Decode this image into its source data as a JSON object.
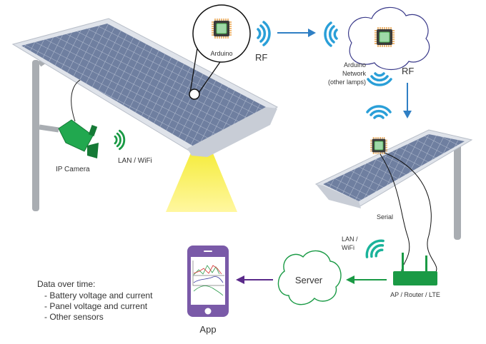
{
  "labels": {
    "arduino": "Arduino",
    "rf_1": "RF",
    "rf_2": "RF",
    "network_line1": "Arduino",
    "network_line2": "Network",
    "network_line3": "(other lamps)",
    "ip_camera": "IP Camera",
    "lan_wifi_camera": "LAN / WiFi",
    "serial": "Serial",
    "lan_wifi_line1": "LAN /",
    "lan_wifi_line2": "WiFi",
    "router": "AP / Router / LTE",
    "server": "Server",
    "app": "App"
  },
  "data_list": {
    "title": "Data over time:",
    "items": [
      "- Battery voltage and current",
      "- Panel voltage and current",
      "- Other sensors"
    ]
  },
  "colors": {
    "rf_blue": "#2a9fd8",
    "arrow_blue": "#2f7fc4",
    "green": "#1a9a45",
    "teal": "#1ab39a",
    "purple": "#7a5aa8",
    "arrow_purple": "#5a2a8a",
    "light_yellow": "#f2e600",
    "panel": "#5a6a8a"
  }
}
